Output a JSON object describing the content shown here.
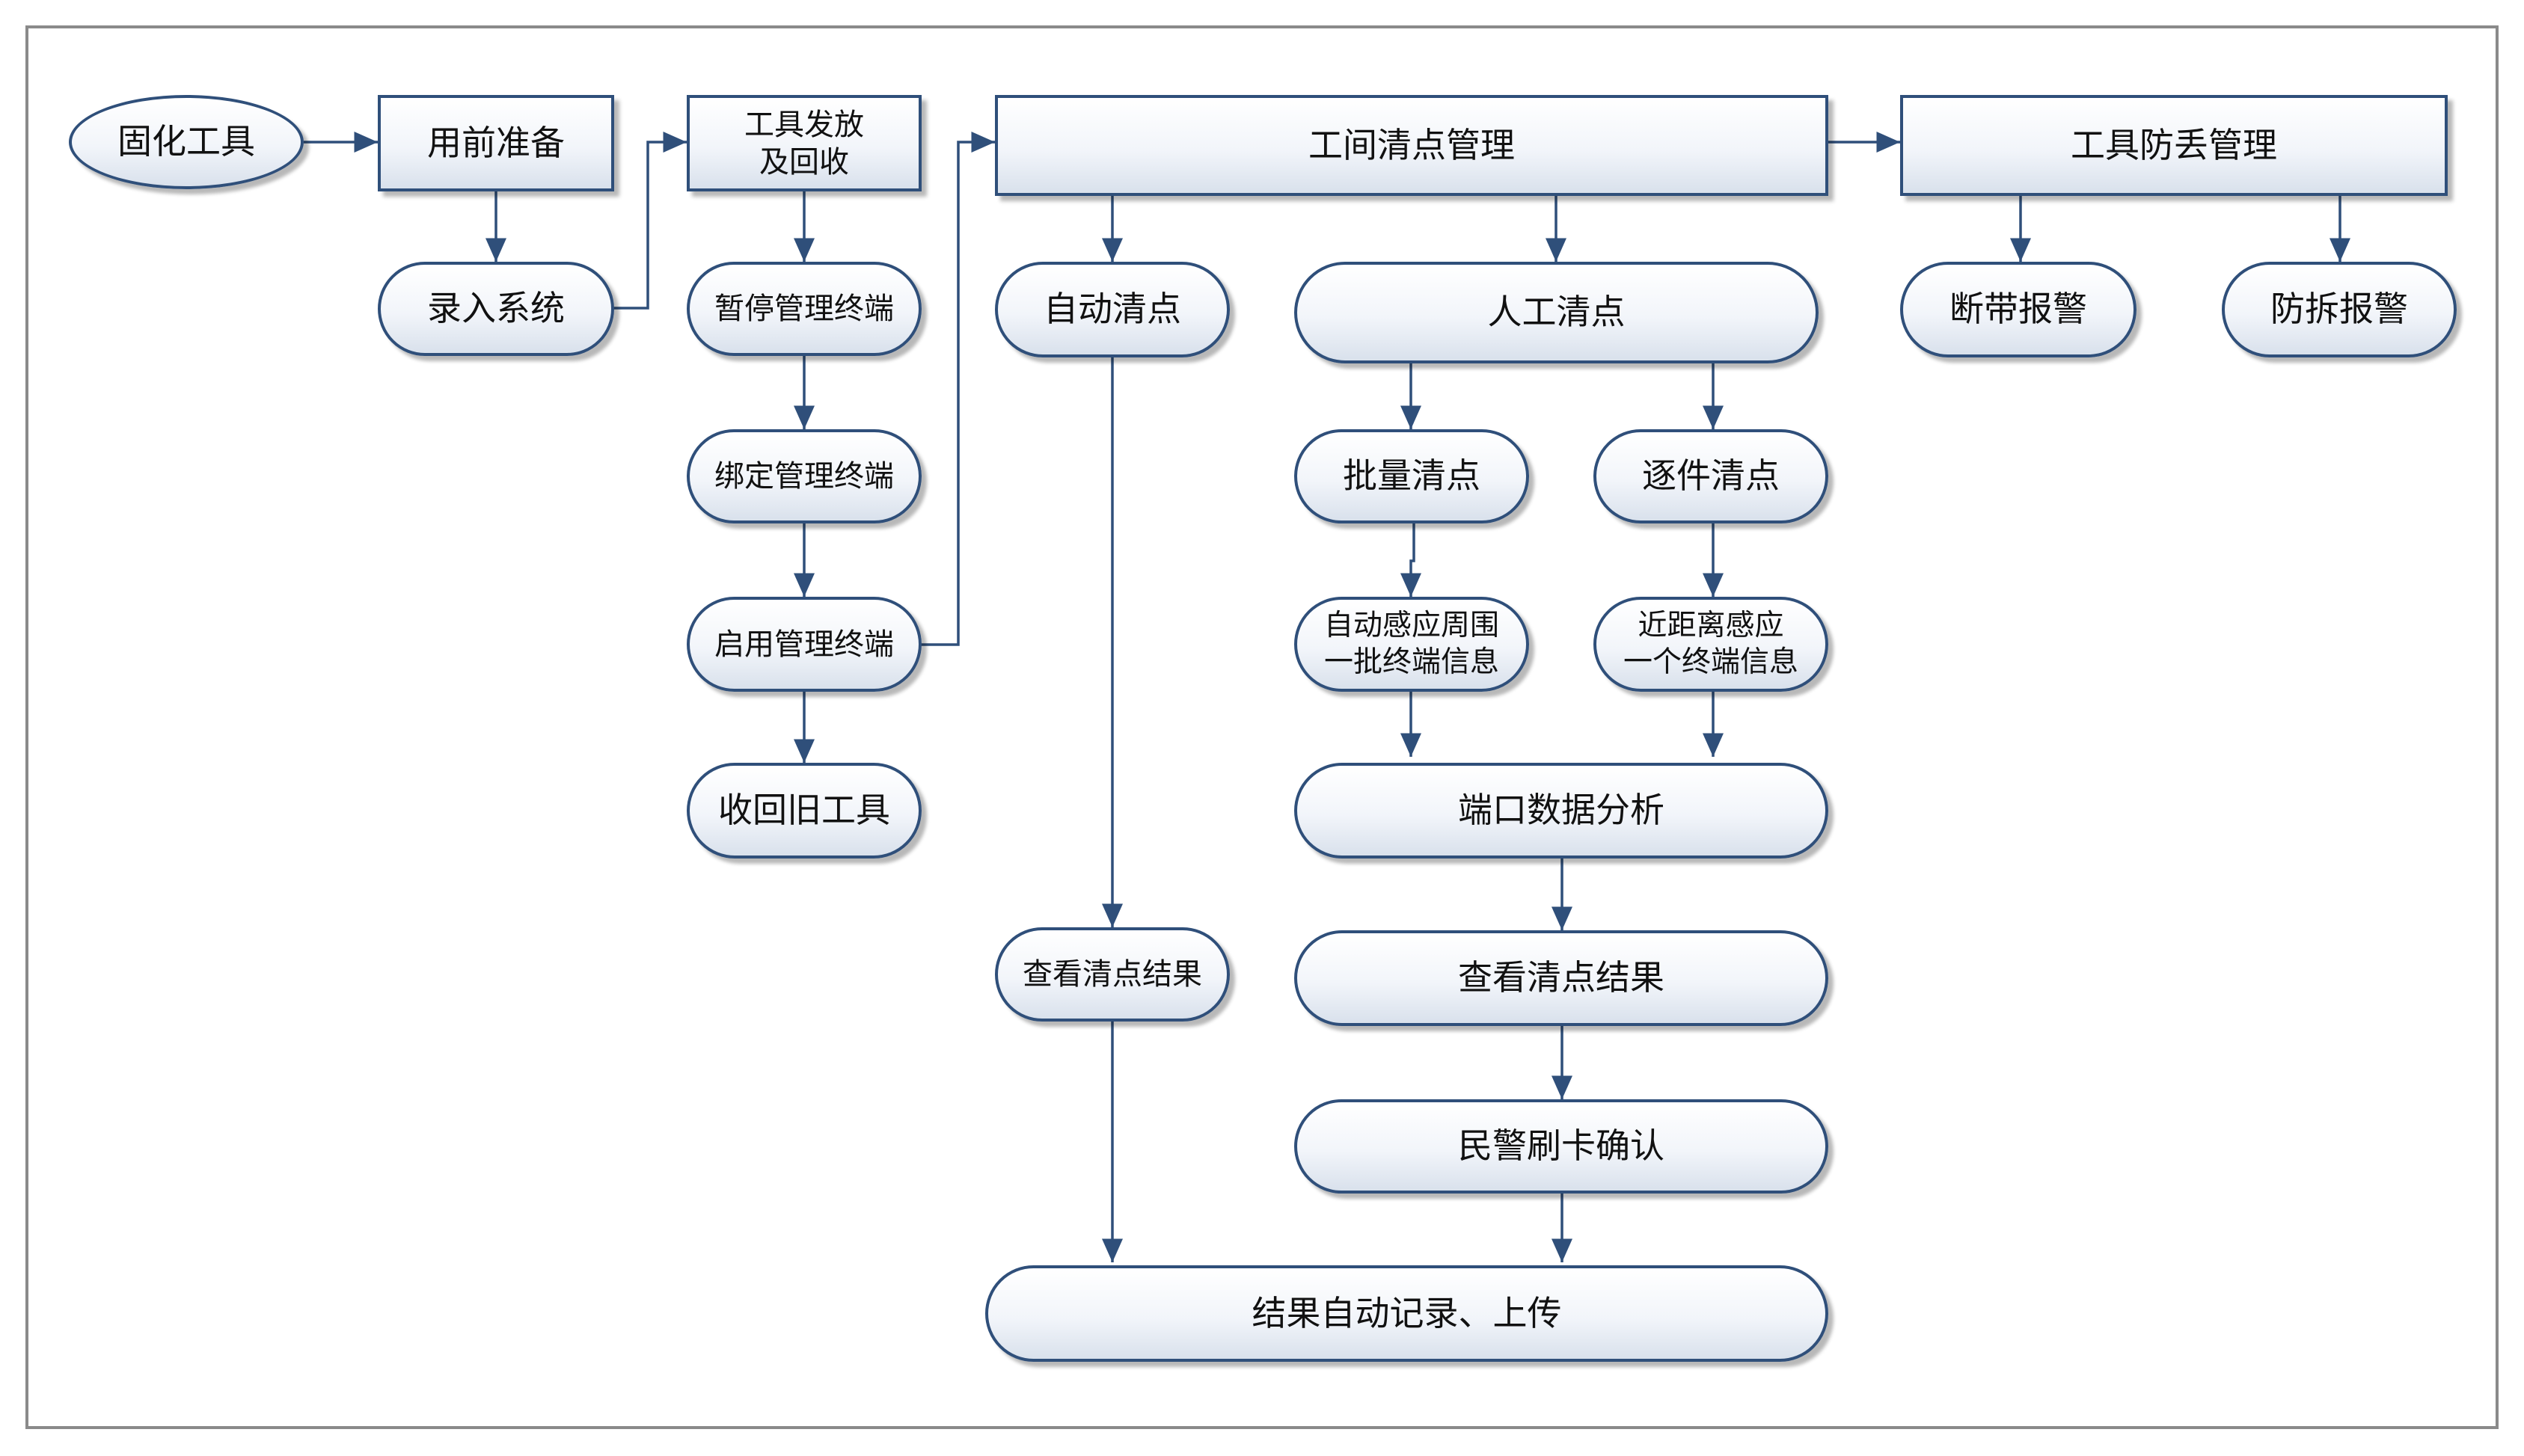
{
  "colors": {
    "line": "#2f4f7a",
    "frame": "#8a8a8a"
  },
  "nodes": {
    "guhua": "固化工具",
    "yongqian": "用前准备",
    "luru": "录入系统",
    "fafang": "工具发放\n及回收",
    "zanting": "暂停管理终端",
    "bangding": "绑定管理终端",
    "qiyong": "启用管理终端",
    "shouhui": "收回旧工具",
    "gongjian": "工间清点管理",
    "zidong": "自动清点",
    "rengong": "人工清点",
    "piliang": "批量清点",
    "zhujian": "逐件清点",
    "ganying_pl": "自动感应周围\n一批终端信息",
    "ganying_zj": "近距离感应\n一个终端信息",
    "duankou": "端口数据分析",
    "chakan_zd": "查看清点结果",
    "chakan_rg": "查看清点结果",
    "minjing": "民警刷卡确认",
    "jieguo": "结果自动记录、上传",
    "fangdiu": "工具防丢管理",
    "duandai": "断带报警",
    "fangchai": "防拆报警"
  }
}
